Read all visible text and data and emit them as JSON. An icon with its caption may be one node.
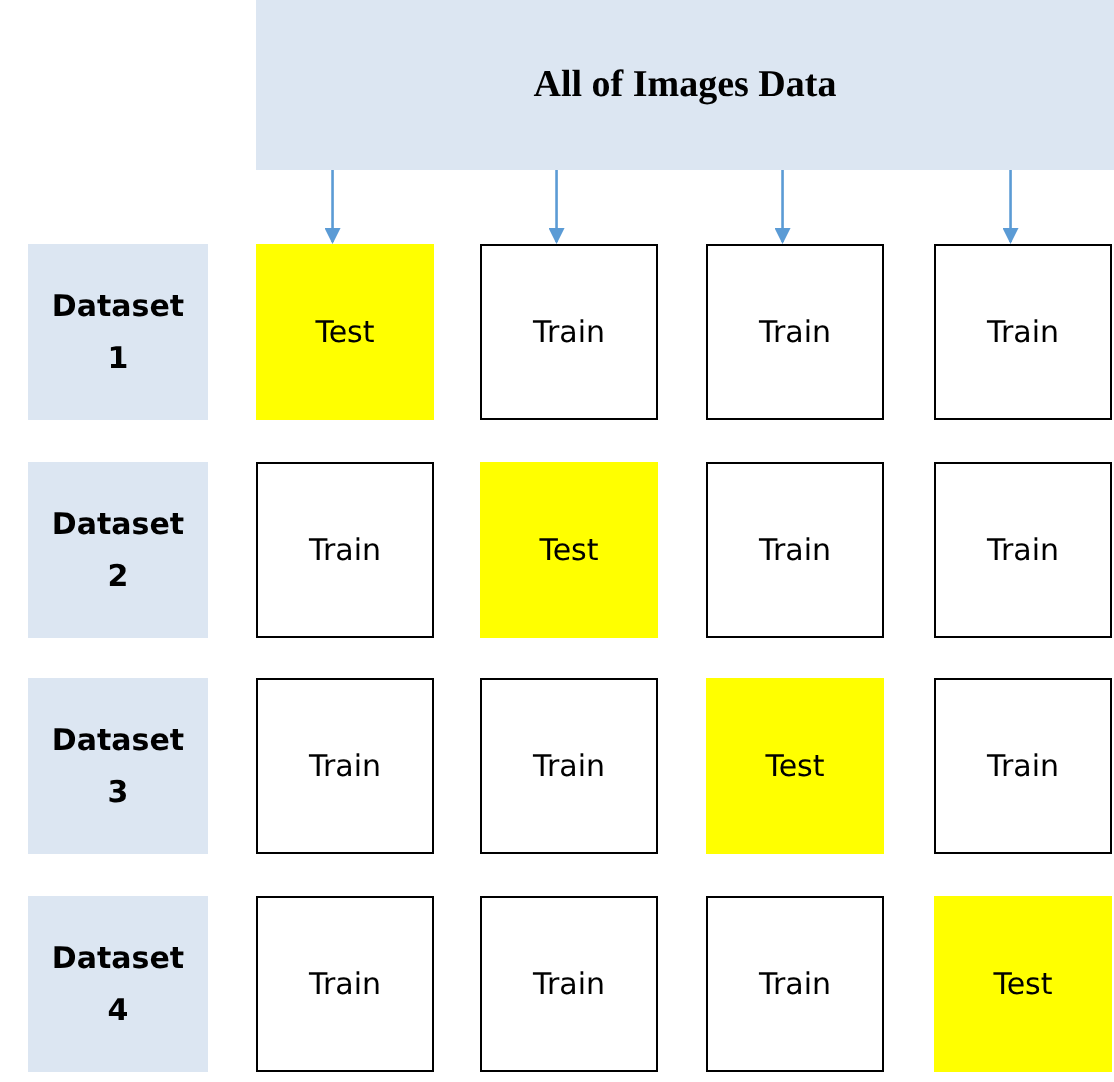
{
  "diagram": {
    "nodes": [
      {
        "text": [
          "All of Images Data"
        ]
      },
      {
        "text": [
          "Dataset 1"
        ]
      },
      {
        "text": [
          "Test"
        ]
      },
      {
        "text": [
          "Train"
        ]
      },
      {
        "text": [
          "Train"
        ]
      },
      {
        "text": [
          "Train"
        ]
      },
      {
        "text": [
          "Dataset 2"
        ]
      },
      {
        "text": [
          "Train"
        ]
      },
      {
        "text": [
          "Test"
        ]
      },
      {
        "text": [
          "Train"
        ]
      },
      {
        "text": [
          "Train"
        ]
      },
      {
        "text": [
          "Dataset 3"
        ]
      },
      {
        "text": [
          "Train"
        ]
      },
      {
        "text": [
          "Train"
        ]
      },
      {
        "text": [
          "Test"
        ]
      },
      {
        "text": [
          "Train"
        ]
      },
      {
        "text": [
          "Dataset 4"
        ]
      },
      {
        "text": [
          "Train"
        ]
      },
      {
        "text": [
          "Train"
        ]
      },
      {
        "text": [
          "Train"
        ]
      },
      {
        "text": [
          "Test"
        ]
      }
    ],
    "edges": [
      {
        "from": 0,
        "to": 2,
        "arrow": "to"
      },
      {
        "from": 0,
        "to": 3,
        "arrow": "to"
      },
      {
        "from": 0,
        "to": 4,
        "arrow": "to"
      },
      {
        "from": 0,
        "to": 5,
        "arrow": "to"
      }
    ]
  }
}
